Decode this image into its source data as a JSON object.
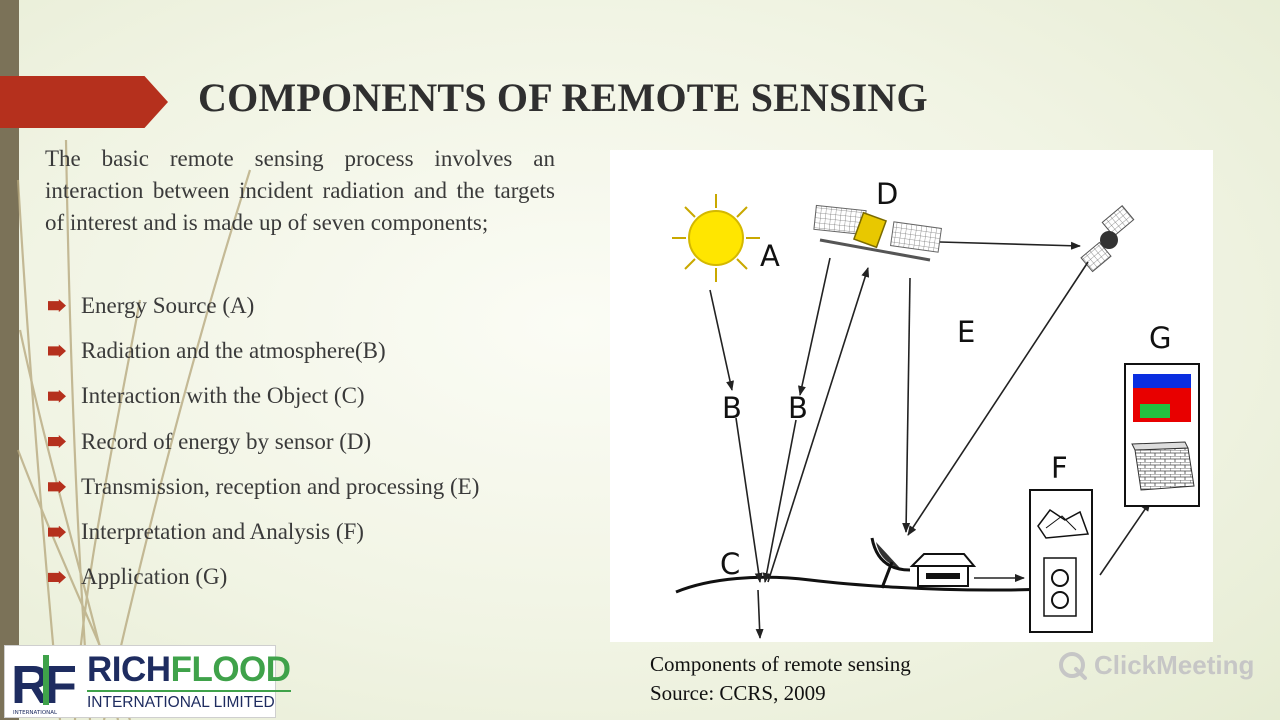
{
  "slide": {
    "title": "COMPONENTS OF REMOTE SENSING",
    "intro": "The basic remote sensing process involves an interaction between incident radiation and the targets of interest and is made up of seven components;",
    "bullets": [
      {
        "label": "Energy Source (A)"
      },
      {
        "label": "Radiation and the atmosphere(B)"
      },
      {
        "label": "Interaction with the Object (C)"
      },
      {
        "label": "Record of energy by sensor (D)"
      },
      {
        "label": "Transmission, reception and processing (E)"
      },
      {
        "label": "Interpretation and Analysis (F)"
      },
      {
        "label": "Application (G)"
      }
    ],
    "caption": {
      "line1": "Components of remote sensing",
      "line2": "Source: CCRS, 2009"
    }
  },
  "diagram": {
    "labels": {
      "a": "A",
      "b1": "B",
      "b2": "B",
      "c": "C",
      "d": "D",
      "e": "E",
      "f": "F",
      "g": "G"
    }
  },
  "branding": {
    "logo_initials": "RF",
    "logo_rich": "RICH",
    "logo_flood": "FLOOD",
    "logo_subtitle": "INTERNATIONAL LIMITED",
    "logo_tiny": "INTERNATIONAL",
    "watermark": "ClickMeeting"
  },
  "colors": {
    "accent": "#b5301d",
    "title_text": "#2f2f2f",
    "body_text": "#3a3a3a",
    "logo_navy": "#1e2c60",
    "logo_green": "#3fa24a",
    "left_bar": "#7b7258"
  }
}
